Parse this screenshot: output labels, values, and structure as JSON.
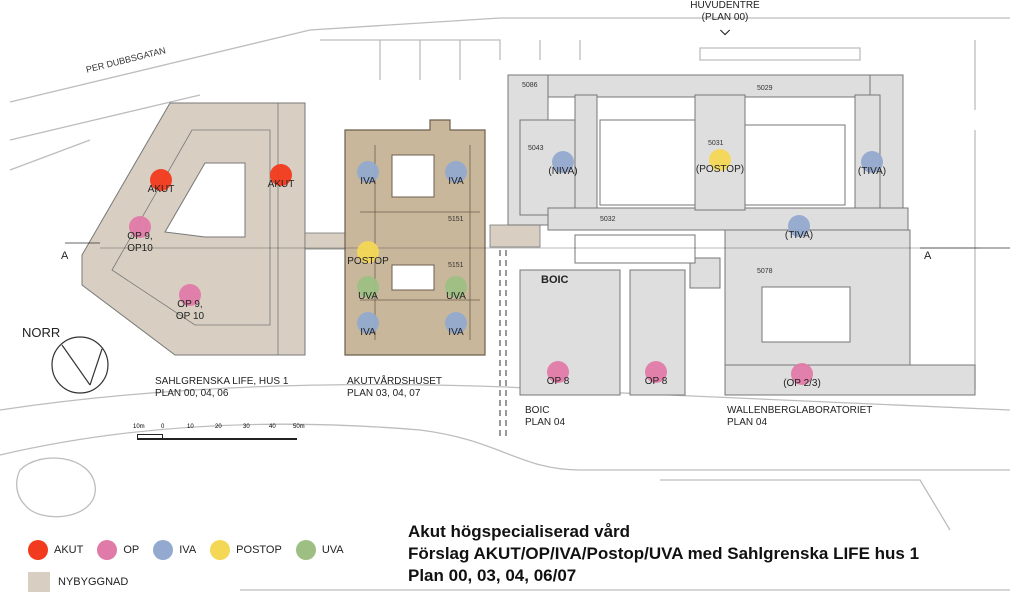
{
  "colors": {
    "akut": "#f23a1e",
    "op": "#e07aa8",
    "iva": "#93a9cf",
    "postop": "#f3d755",
    "uva": "#9dbf84",
    "nybyggnad": "#d8cfc2",
    "existing": "#dedede",
    "akutvard_fill": "#c9b79b"
  },
  "top_entrance": {
    "line1": "HUVUDENTRÉ",
    "line2": "(PLAN 00)",
    "arrow": "chevron-down-icon"
  },
  "street": "PER DUBBSGATAN",
  "north": {
    "label": "NORR",
    "icon": "north-arrow-icon"
  },
  "section_marks": [
    "A",
    "A"
  ],
  "room_numbers": [
    "5086",
    "5029",
    "5043",
    "5031",
    "5032",
    "5078",
    "5151",
    "5151"
  ],
  "buildings": {
    "life": {
      "name": "SAHLGRENSKA LIFE, HUS 1",
      "plans": "PLAN 00, 04, 06"
    },
    "akutvard": {
      "name": "AKUTVÅRDSHUSET",
      "plans": "PLAN 03, 04, 07"
    },
    "boic": {
      "name": "BOIC",
      "plans": "PLAN 04",
      "tag": "BOIC"
    },
    "wallenberg": {
      "name": "WALLENBERGLABORATORIET",
      "plans": "PLAN 04"
    }
  },
  "markers": [
    {
      "type": "akut",
      "label": "AKUT"
    },
    {
      "type": "akut",
      "label": "AKUT"
    },
    {
      "type": "op",
      "label": "OP 9,",
      "label2": "OP10"
    },
    {
      "type": "op",
      "label": "OP 9,",
      "label2": "OP 10"
    },
    {
      "type": "iva",
      "label": "IVA"
    },
    {
      "type": "iva",
      "label": "IVA"
    },
    {
      "type": "postop",
      "label": "POSTOP"
    },
    {
      "type": "uva",
      "label": "UVA"
    },
    {
      "type": "uva",
      "label": "UVA"
    },
    {
      "type": "iva",
      "label": "IVA"
    },
    {
      "type": "iva",
      "label": "IVA"
    },
    {
      "type": "iva",
      "label": "(NIVA)"
    },
    {
      "type": "postop",
      "label": "(POSTOP)"
    },
    {
      "type": "iva",
      "label": "(TIVA)"
    },
    {
      "type": "iva",
      "label": "(TIVA)"
    },
    {
      "type": "op",
      "label": "OP 8"
    },
    {
      "type": "op",
      "label": "OP 8"
    },
    {
      "type": "op",
      "label": "(OP 2/3)"
    }
  ],
  "scale_bar": {
    "labels": [
      "10m",
      "0",
      "10",
      "20",
      "30",
      "40",
      "50m"
    ]
  },
  "legend": {
    "items": [
      {
        "type": "akut",
        "label": "AKUT"
      },
      {
        "type": "op",
        "label": "OP"
      },
      {
        "type": "iva",
        "label": "IVA"
      },
      {
        "type": "postop",
        "label": "POSTOP"
      },
      {
        "type": "uva",
        "label": "UVA"
      }
    ],
    "new_building": "NYBYGGNAD"
  },
  "title": {
    "line1": "Akut högspecialiserad vård",
    "line2": "Förslag AKUT/OP/IVA/Postop/UVA med Sahlgrenska LIFE hus 1",
    "line3": "Plan 00, 03, 04, 06/07"
  }
}
